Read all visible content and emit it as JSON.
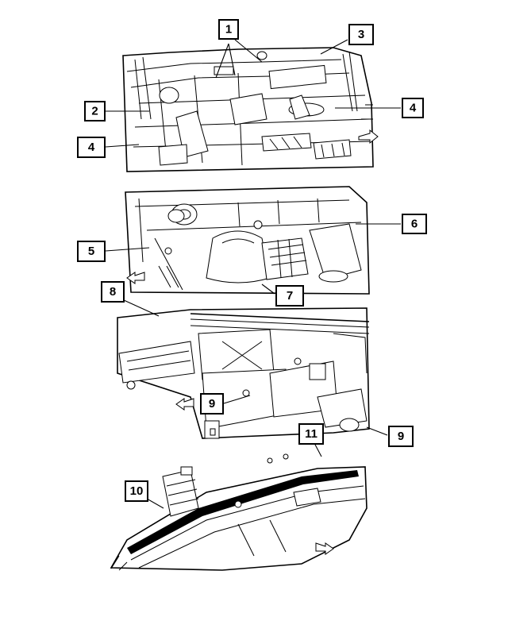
{
  "callouts": [
    {
      "id": "c1",
      "label": "1"
    },
    {
      "id": "c2",
      "label": "2"
    },
    {
      "id": "c3",
      "label": "3"
    },
    {
      "id": "c4a",
      "label": "4"
    },
    {
      "id": "c4b",
      "label": "4"
    },
    {
      "id": "c5",
      "label": "5"
    },
    {
      "id": "c6",
      "label": "6"
    },
    {
      "id": "c7",
      "label": "7"
    },
    {
      "id": "c8",
      "label": "8"
    },
    {
      "id": "c9a",
      "label": "9"
    },
    {
      "id": "c9b",
      "label": "9"
    },
    {
      "id": "c10",
      "label": "10"
    },
    {
      "id": "c11",
      "label": "11"
    }
  ],
  "colors": {
    "line": "#000000",
    "background": "#ffffff"
  },
  "icons": [
    "front-direction-arrow-icon"
  ]
}
